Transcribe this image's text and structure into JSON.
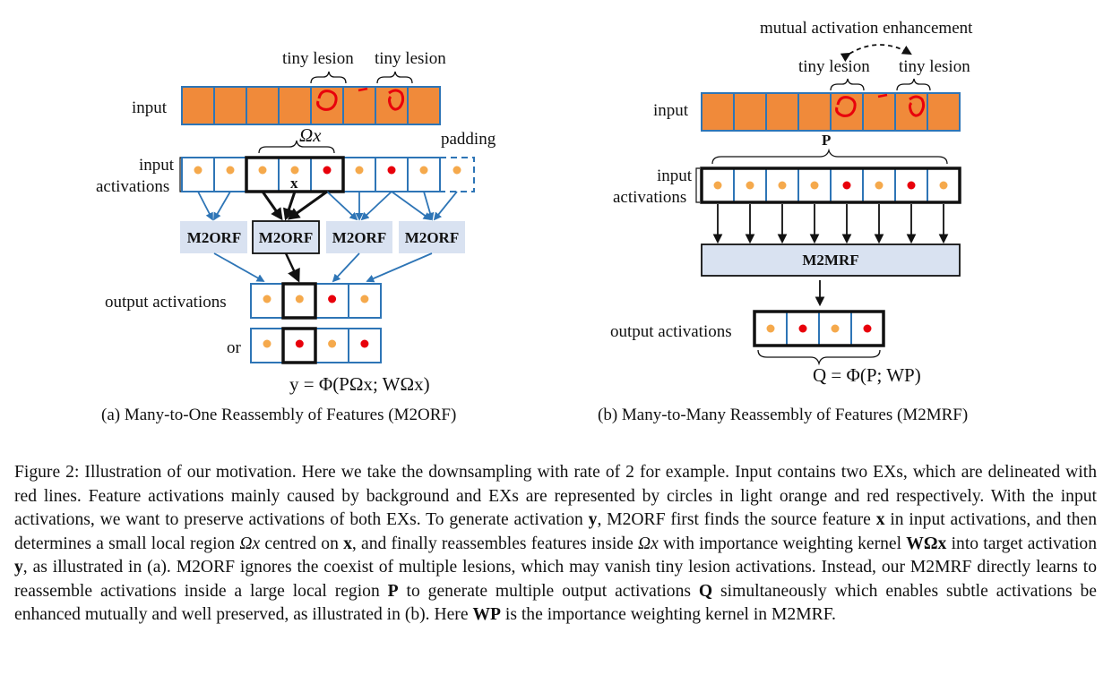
{
  "figure_a": {
    "annot_tiny_1": "tiny lesion",
    "annot_tiny_2": "tiny lesion",
    "label_input": "input",
    "label_input_act_1": "input",
    "label_input_act_2": "activations",
    "label_omega": "Ωx",
    "label_padding": "padding",
    "label_x": "x",
    "m2orf_1": "M2ORF",
    "m2orf_2": "M2ORF",
    "m2orf_3": "M2ORF",
    "m2orf_4": "M2ORF",
    "label_output_act": "output activations",
    "label_or": "or",
    "formula": "y = Φ(PΩx; WΩx)",
    "subcaption": "(a) Many-to-One Reassembly of Features (M2ORF)",
    "input_act_dots": [
      "orange",
      "orange",
      "orange",
      "orange",
      "red",
      "orange",
      "red",
      "orange"
    ],
    "output_1_dots": [
      "orange",
      "orange",
      "red",
      "orange"
    ],
    "output_2_dots": [
      "orange",
      "red",
      "orange",
      "red"
    ]
  },
  "figure_b": {
    "annot_mutual": "mutual activation enhancement",
    "annot_tiny_1": "tiny lesion",
    "annot_tiny_2": "tiny lesion",
    "label_input": "input",
    "label_p": "P",
    "label_input_act_1": "input",
    "label_input_act_2": "activations",
    "m2mrf": "M2MRF",
    "label_output_act": "output activations",
    "formula": "Q = Φ(P; WP)",
    "subcaption": "(b) Many-to-Many Reassembly of Features (M2MRF)",
    "input_act_dots": [
      "orange",
      "orange",
      "orange",
      "orange",
      "red",
      "orange",
      "red",
      "orange"
    ],
    "output_dots": [
      "orange",
      "red",
      "orange",
      "red"
    ]
  },
  "colors": {
    "blue": "#2E75B6",
    "orange_dot": "#F5A94C",
    "red_dot": "#E8000B",
    "box_fill": "#D9E2F1",
    "input_fill": "#F08A3A"
  },
  "caption": {
    "p1": "Figure 2: Illustration of our motivation. Here we take the downsampling with rate of 2 for example. Input contains two EXs, which are delineated with red lines. Feature activations mainly caused by background and EXs are represented by circles in light orange and red respectively. With the input activations, we want to preserve activations of both EXs. To generate activation ",
    "y": "y",
    "p2": ", M2ORF first finds the source feature ",
    "x": "x",
    "p3": " in input activations, and then determines a small local region ",
    "omega1": "Ωx",
    "p4": " centred on ",
    "x2": "x",
    "p5": ", and finally reassembles features inside ",
    "omega2": "Ωx",
    "p6": " with importance weighting kernel ",
    "w1": "WΩx",
    "p7": " into target activation ",
    "y2": "y",
    "p8": ", as illustrated in (a). M2ORF ignores the coexist of multiple lesions, which may vanish tiny lesion activations. Instead, our M2MRF directly learns to reassemble activations inside a large local region ",
    "P": "P",
    "p9": " to generate multiple output activations ",
    "Q": "Q",
    "p10": " simultaneously which enables subtle activations be enhanced mutually and well preserved, as illustrated in (b). Here ",
    "WP": "WP",
    "p11": " is the importance weighting kernel in M2MRF."
  }
}
